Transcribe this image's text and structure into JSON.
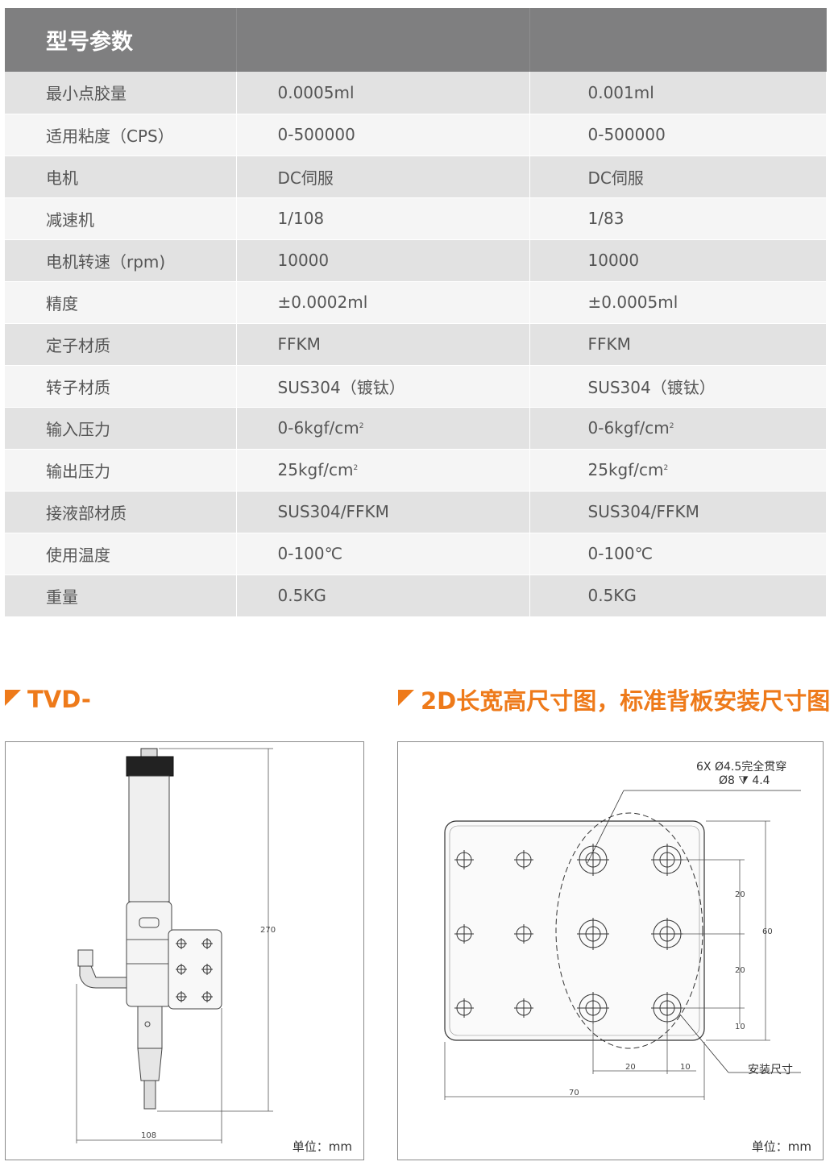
{
  "table": {
    "header": {
      "label": "型号参数",
      "col2": "",
      "col3": ""
    },
    "rows": [
      {
        "param": "最小点胶量",
        "v1": "0.0005ml",
        "v2": "0.001ml"
      },
      {
        "param": "适用粘度（CPS）",
        "v1": "0-500000",
        "v2": "0-500000"
      },
      {
        "param": "电机",
        "v1": "DC伺服",
        "v2": "DC伺服"
      },
      {
        "param": "减速机",
        "v1": "1/108",
        "v2": "1/83"
      },
      {
        "param": "电机转速（rpm)",
        "v1": "10000",
        "v2": "10000"
      },
      {
        "param": "精度",
        "v1": "±0.0002ml",
        "v2": "±0.0005ml"
      },
      {
        "param": "定子材质",
        "v1": "FFKM",
        "v2": "FFKM"
      },
      {
        "param": "转子材质",
        "v1": "SUS304（镀钛）",
        "v2": "SUS304（镀钛）"
      },
      {
        "param": "输入压力",
        "v1": "0-6kgf/cm",
        "v1_sup": "2",
        "v2": "0-6kgf/cm",
        "v2_sup": "2"
      },
      {
        "param": "输出压力",
        "v1": "25kgf/cm",
        "v1_sup": "2",
        "v2": "25kgf/cm",
        "v2_sup": "2"
      },
      {
        "param": "接液部材质",
        "v1": "SUS304/FFKM",
        "v2": "SUS304/FFKM"
      },
      {
        "param": "使用温度",
        "v1": "0-100℃",
        "v2": "0-100℃"
      },
      {
        "param": "重量",
        "v1": "0.5KG",
        "v2": "0.5KG"
      }
    ]
  },
  "left_section": {
    "title": "TVD-",
    "unit": "单位：mm",
    "dims": {
      "height": "270",
      "width": "108"
    }
  },
  "right_section": {
    "title": "2D长宽高尺寸图，标准背板安装尺寸图",
    "unit": "单位：mm",
    "hole_note_1": "6X Ø4.5完全贯穿",
    "hole_note_2": "Ø8 ⧩ 4.4",
    "mount_note": "安装尺寸",
    "dims": {
      "d20a": "20",
      "d20b": "20",
      "d10v": "10",
      "d60": "60",
      "d20h": "20",
      "d10h": "10",
      "d70": "70"
    }
  },
  "colors": {
    "accent": "#ee7a1a",
    "header_bg": "#7f7f80",
    "row_dark": "#e2e2e2",
    "row_light": "#f5f5f5"
  }
}
